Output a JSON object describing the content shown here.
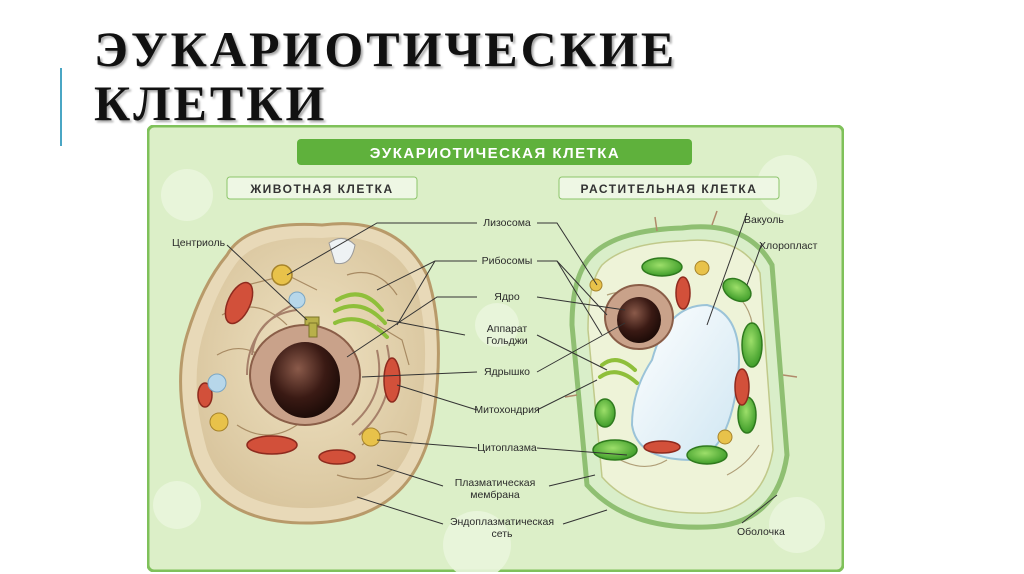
{
  "slide": {
    "title_line1": "ЭУКАРИОТИЧЕСКИЕ",
    "title_line2": "КЛЕТКИ"
  },
  "poster": {
    "header": "ЭУКАРИОТИЧЕСКАЯ КЛЕТКА",
    "animal_title": "ЖИВОТНАЯ КЛЕТКА",
    "plant_title": "РАСТИТЕЛЬНАЯ КЛЕТКА",
    "labels": {
      "lysosome": "Лизосома",
      "ribosomes": "Рибосомы",
      "nucleus": "Ядро",
      "golgi_1": "Аппарат",
      "golgi_2": "Гольджи",
      "nucleolus": "Ядрышко",
      "mitochondria": "Митохондрия",
      "cytoplasm": "Цитоплазма",
      "membrane_1": "Плазматическая",
      "membrane_2": "мембрана",
      "er_1": "Эндоплазматическая",
      "er_2": "сеть",
      "centriole": "Центриоль",
      "vacuole": "Вакуоль",
      "chloroplast": "Хлоропласт",
      "cell_wall": "Оболочка"
    }
  },
  "colors": {
    "poster_bg": "#dcefc8",
    "frame": "#7fc15a",
    "header_bg": "#5fb13c",
    "accent": "#4aa6c4"
  }
}
